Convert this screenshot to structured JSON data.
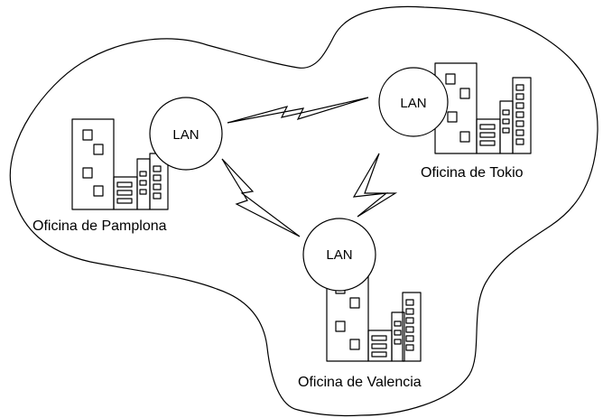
{
  "colors": {
    "ink": "#000000",
    "background": "#ffffff"
  },
  "offices": [
    {
      "label": "Oficina de Pamplona",
      "lan": "LAN"
    },
    {
      "label": "Oficina de Tokio",
      "lan": "LAN"
    },
    {
      "label": "Oficina de Valencia",
      "lan": "LAN"
    }
  ],
  "links": [
    {
      "from": "Oficina de Pamplona",
      "to": "Oficina de Tokio",
      "icon": "lightning-bolt-icon"
    },
    {
      "from": "Oficina de Pamplona",
      "to": "Oficina de Valencia",
      "icon": "lightning-bolt-icon"
    },
    {
      "from": "Oficina de Tokio",
      "to": "Oficina de Valencia",
      "icon": "lightning-bolt-icon"
    }
  ]
}
